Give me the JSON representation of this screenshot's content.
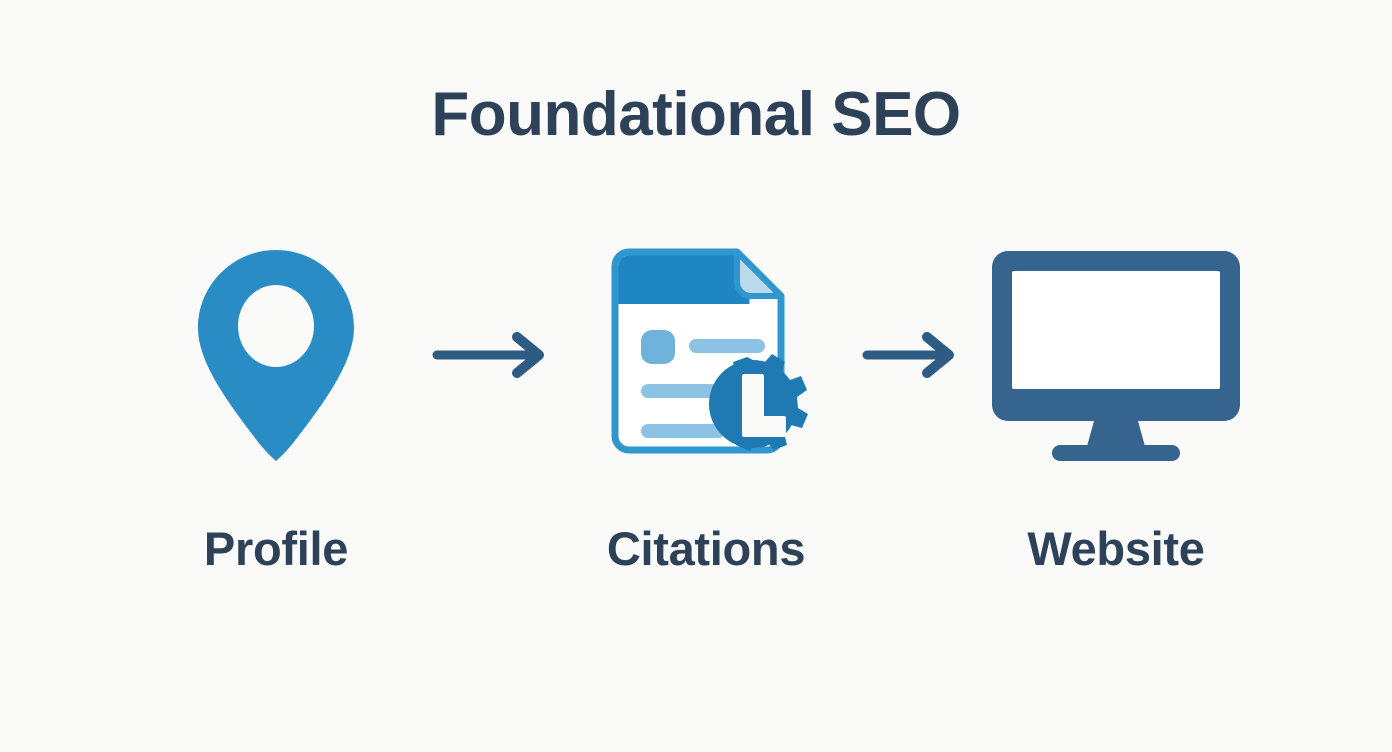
{
  "title": "Foundational SEO",
  "background_color": "#fafaf9",
  "colors": {
    "title_text": "#2d4259",
    "label_text": "#2d4259",
    "accent_blue": "#2a8cc4",
    "light_blue": "#72b4dd",
    "pale_blue": "#bcd9ea",
    "dark_steel": "#35658f",
    "arrow": "#2e5b84",
    "doc_white": "#ffffff"
  },
  "steps": [
    {
      "id": "profile",
      "label": "Profile",
      "icon": "map-pin-icon",
      "icon_color": "#2a8cc4"
    },
    {
      "id": "citations",
      "label": "Citations",
      "icon": "document-gear-icon",
      "icon_color": "#2a8cc4"
    },
    {
      "id": "website",
      "label": "Website",
      "icon": "desktop-monitor-icon",
      "icon_color": "#35658f"
    }
  ],
  "connectors": [
    {
      "id": "arrow-1",
      "icon": "arrow-right-icon",
      "color": "#2e5b84"
    },
    {
      "id": "arrow-2",
      "icon": "arrow-right-icon",
      "color": "#2e5b84"
    }
  ]
}
